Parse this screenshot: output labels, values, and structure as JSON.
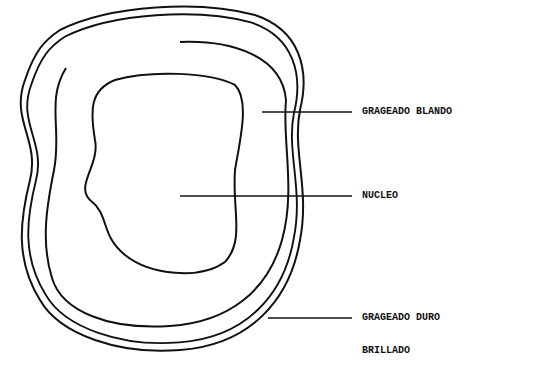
{
  "diagram": {
    "labels": [
      "GRAGEADO BLANDO",
      "NUCLEO",
      "GRAGEADO DURO",
      "BRILLADO"
    ]
  }
}
